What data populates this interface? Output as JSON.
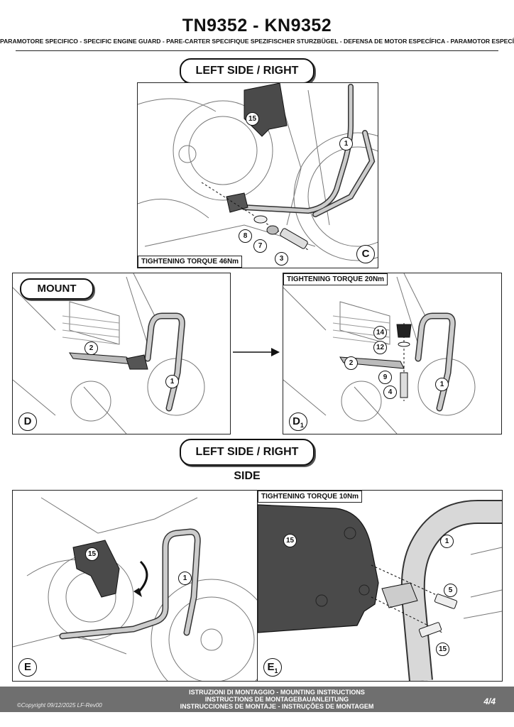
{
  "header": {
    "title": "TN9352 - KN9352",
    "subtitle": "PARAMOTORE SPECIFICO  -  SPECIFIC ENGINE GUARD - PARE-CARTER SPECIFIQUE SPEZIFISCHER STURZBÜGEL - DEFENSA DE MOTOR ESPECÍFICA - PARAMOTOR ESPECÍFICO"
  },
  "sections": {
    "top_side_label": "LEFT SIDE / RIGHT SIDE",
    "middle_side_label": "LEFT SIDE / RIGHT SIDE",
    "mount_label": "MOUNT"
  },
  "panels": {
    "C": {
      "letter": "C",
      "torque": "TIGHTENING TORQUE 46Nm",
      "parts": [
        "15",
        "1",
        "8",
        "7",
        "3"
      ]
    },
    "D": {
      "letter": "D",
      "parts": [
        "2",
        "1"
      ]
    },
    "D1": {
      "letter": "D",
      "letter_sub": "1",
      "torque": "TIGHTENING TORQUE 20Nm",
      "parts": [
        "14",
        "12",
        "2",
        "9",
        "4",
        "1"
      ]
    },
    "E": {
      "letter": "E",
      "parts": [
        "15",
        "1"
      ]
    },
    "E1": {
      "letter": "E",
      "letter_sub": "1",
      "torque": "TIGHTENING TORQUE 10Nm",
      "parts": [
        "15",
        "1",
        "5",
        "15"
      ]
    }
  },
  "footer": {
    "line1": "ISTRUZIONI DI MONTAGGIO  -  MOUNTING INSTRUCTIONS",
    "line2": "INSTRUCTIONS DE MONTAGEBAUANLEITUNG",
    "line3": "INSTRUCCIONES DE MONTAJE - INSTRUÇÕES DE MONTAGEM",
    "copyright": "©Copyright 09/12/2025 LF-Rev00",
    "page": "4/4"
  },
  "colors": {
    "footer_bg": "#6f6f6f",
    "part_dark": "#4a4a4a",
    "line": "#222222"
  }
}
